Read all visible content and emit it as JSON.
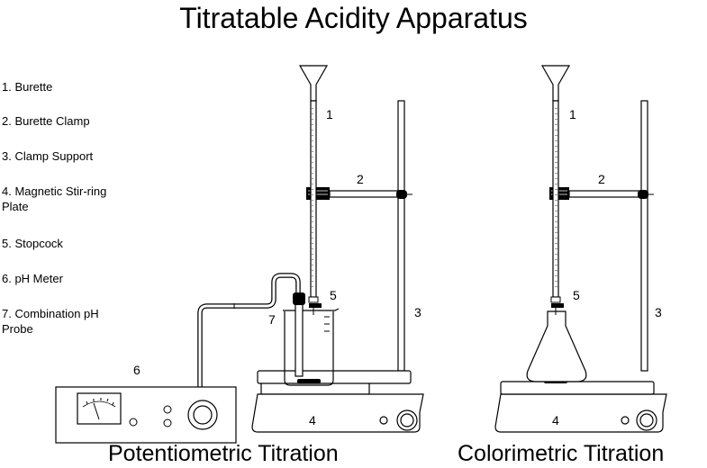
{
  "title": "Titratable Acidity Apparatus",
  "legend": [
    "1. Burette",
    "2. Burette Clamp",
    "3. Clamp Support",
    "4. Magnetic Stir-ring Plate",
    "5. Stopcock",
    "6. pH Meter",
    "7. Combination pH Probe"
  ],
  "captions": {
    "left": "Potentiometric Titration",
    "right": "Colorimetric Titration"
  },
  "labels": {
    "burette": "1",
    "clamp": "2",
    "support": "3",
    "plate": "4",
    "stopcock": "5",
    "meter": "6",
    "probe": "7"
  }
}
